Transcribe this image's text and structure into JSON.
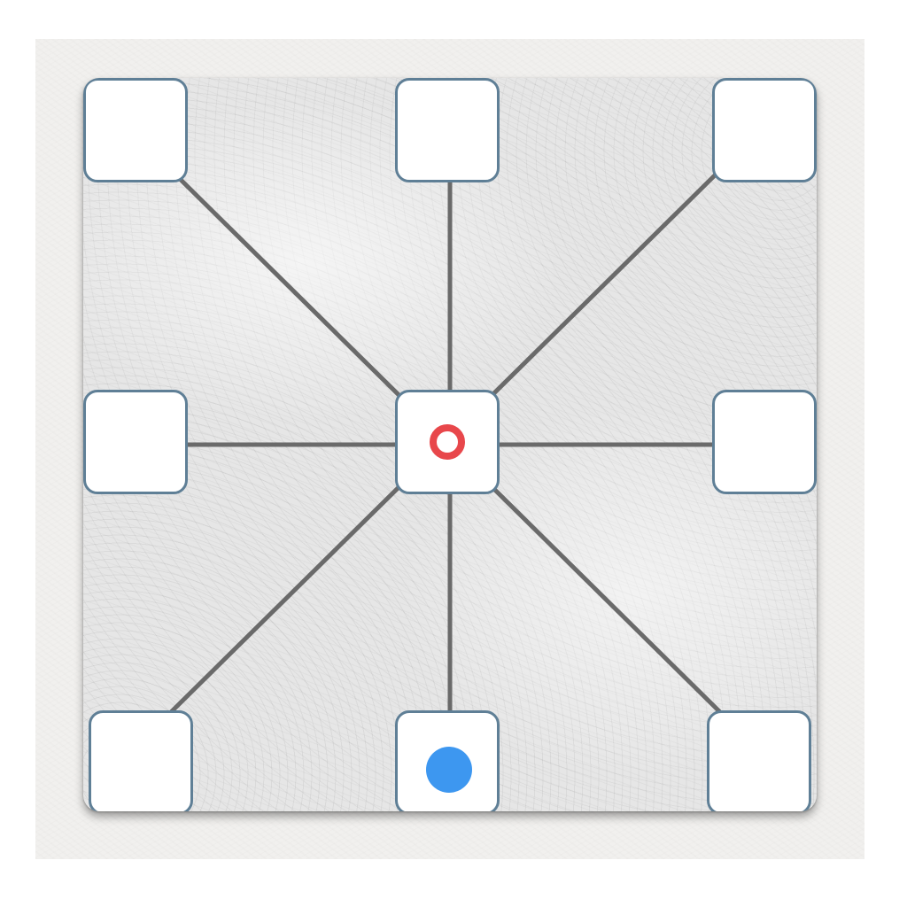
{
  "game": {
    "board_type": "eight-spoke star board",
    "colors": {
      "line": "#6a6a6a",
      "cell_border": "#5f7f96",
      "opponent_piece": "#e8474b",
      "player_piece": "#3d97f0"
    },
    "cells": [
      {
        "id": "top-left",
        "piece": "none"
      },
      {
        "id": "top",
        "piece": "none"
      },
      {
        "id": "top-right",
        "piece": "none"
      },
      {
        "id": "left",
        "piece": "none"
      },
      {
        "id": "center",
        "piece": "red-ring"
      },
      {
        "id": "right",
        "piece": "none"
      },
      {
        "id": "bottom-left",
        "piece": "none"
      },
      {
        "id": "bottom",
        "piece": "blue-dot"
      },
      {
        "id": "bottom-right",
        "piece": "none"
      }
    ]
  }
}
